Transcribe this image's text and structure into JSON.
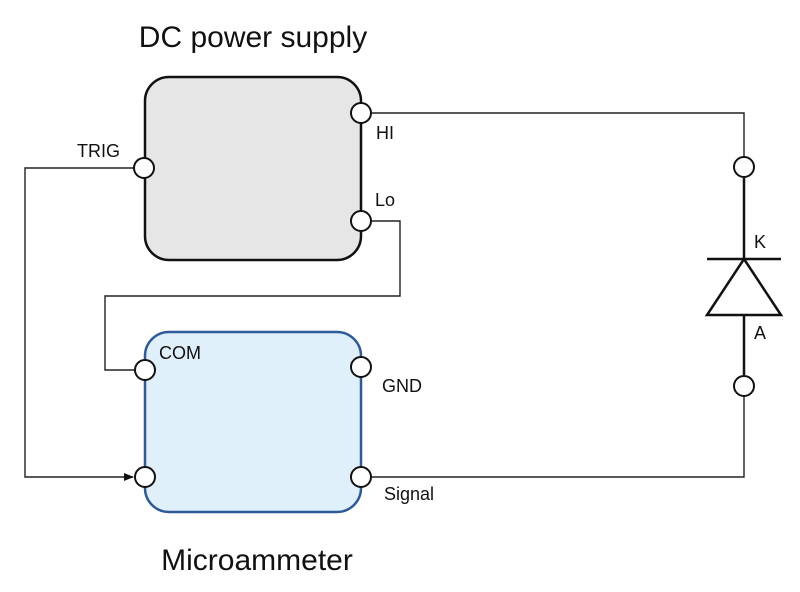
{
  "power_supply": {
    "title": "DC power supply",
    "fill": "#e6e6e6",
    "stroke": "#111111",
    "terminals": {
      "hi": "HI",
      "lo": "Lo",
      "trig": "TRIG"
    }
  },
  "microammeter": {
    "title": "Microammeter",
    "fill": "#dff0fa",
    "stroke": "#2e5a9c",
    "terminals": {
      "com": "COM",
      "gnd": "GND",
      "signal": "Signal"
    }
  },
  "diode": {
    "cathode": "K",
    "anode": "A"
  }
}
